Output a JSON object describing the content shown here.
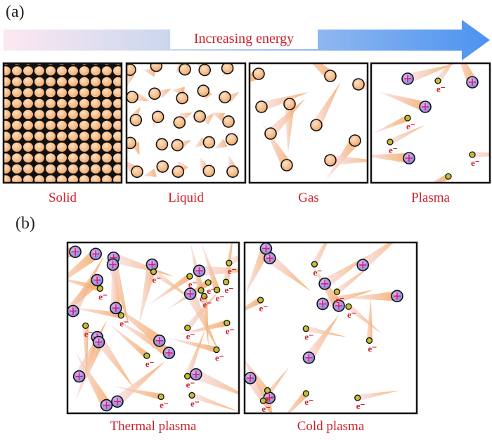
{
  "panel_a": {
    "letter": "(a)",
    "arrow_label": "Increasing energy",
    "states": [
      "Solid",
      "Liquid",
      "Gas",
      "Plasma"
    ]
  },
  "panel_b": {
    "letter": "(b)",
    "states": [
      "Thermal plasma",
      "Cold plasma"
    ]
  },
  "electron_label": "e⁻",
  "colors": {
    "label": "#d0202a",
    "particle": "#f4b582",
    "ion": "#9b8de0",
    "arrow_end": "#4b93f0",
    "arrow_start": "#fde8f2"
  }
}
